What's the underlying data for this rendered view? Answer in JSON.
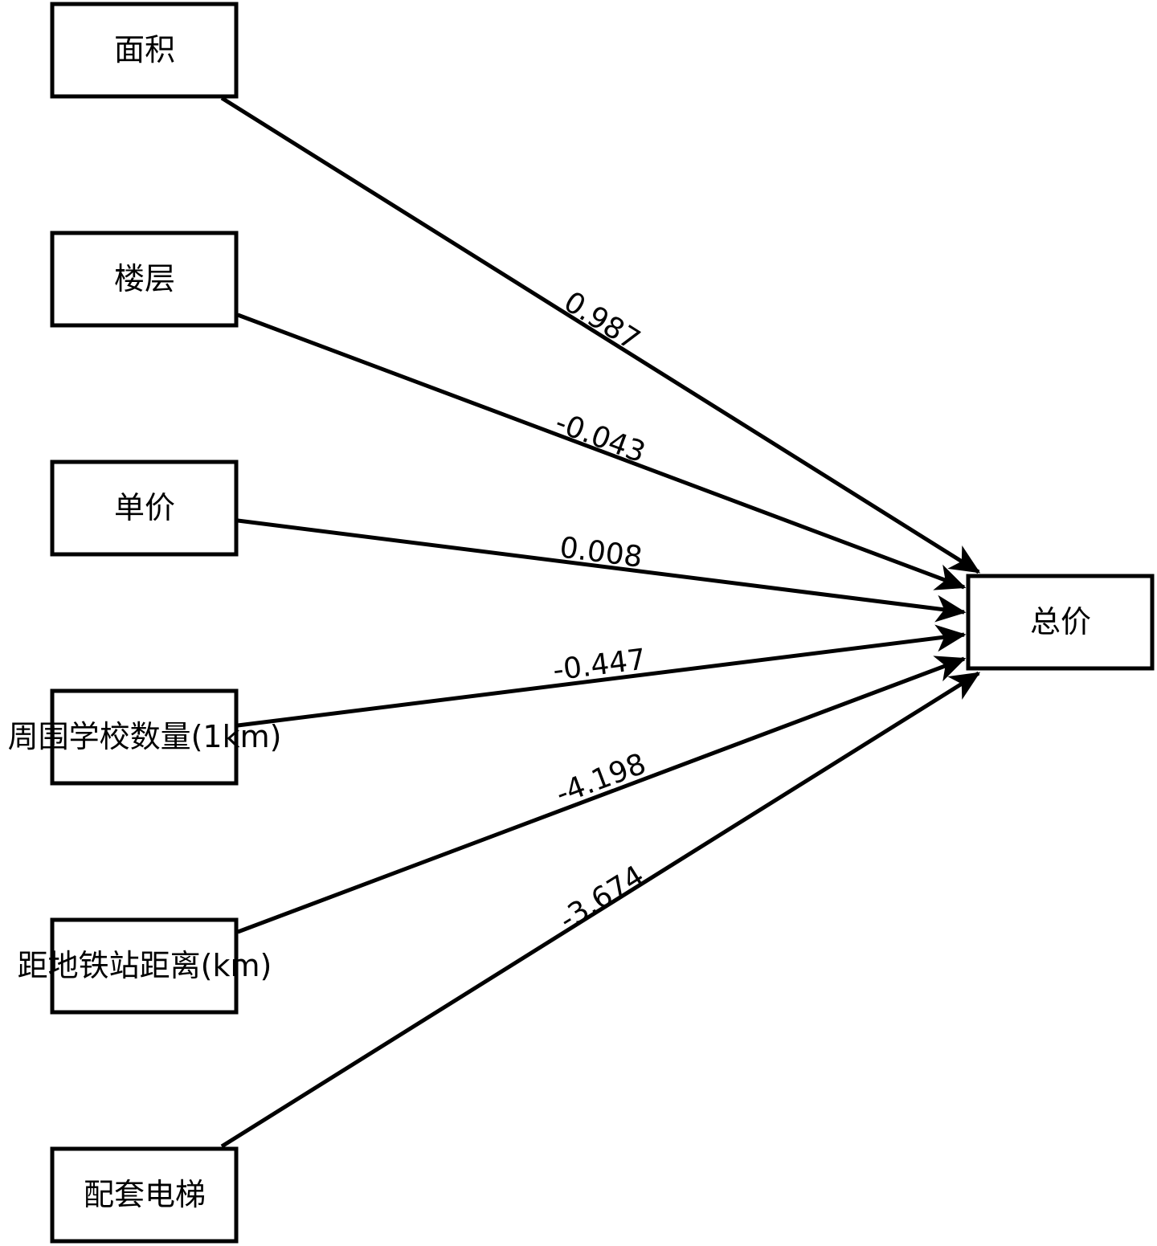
{
  "diagram": {
    "sources": [
      {
        "id": "area",
        "label": "面积"
      },
      {
        "id": "floor",
        "label": "楼层"
      },
      {
        "id": "unit_price",
        "label": "单价"
      },
      {
        "id": "schools",
        "label": "周围学校数量(1km)"
      },
      {
        "id": "metro",
        "label": "距地铁站距离(km)"
      },
      {
        "id": "elevator",
        "label": "配套电梯"
      }
    ],
    "target": {
      "id": "total_price",
      "label": "总价"
    },
    "edges": [
      {
        "from": "area",
        "to": "total_price",
        "weight": "0.987"
      },
      {
        "from": "floor",
        "to": "total_price",
        "weight": "-0.043"
      },
      {
        "from": "unit_price",
        "to": "total_price",
        "weight": "0.008"
      },
      {
        "from": "schools",
        "to": "total_price",
        "weight": "-0.447"
      },
      {
        "from": "metro",
        "to": "total_price",
        "weight": "-4.198"
      },
      {
        "from": "elevator",
        "to": "total_price",
        "weight": "-3.674"
      }
    ],
    "colors": {
      "stroke": "#000000",
      "background": "#ffffff"
    }
  }
}
